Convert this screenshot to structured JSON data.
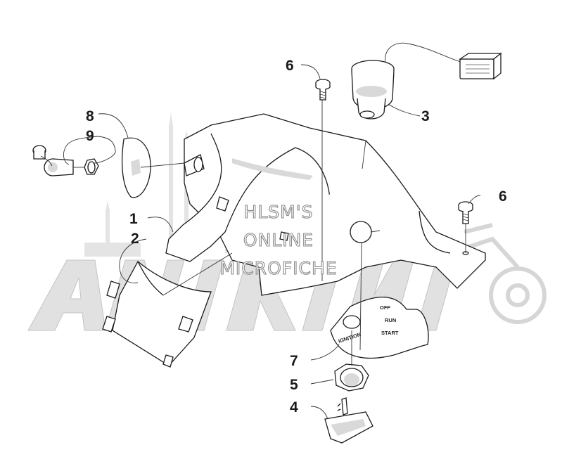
{
  "watermark": {
    "lines": [
      "HLSM'S",
      "ONLINE",
      "MICROFICHE"
    ]
  },
  "ignition_plate": {
    "labels": [
      "OFF",
      "RUN",
      "START",
      "IGNITION"
    ]
  },
  "callouts": [
    {
      "id": "callout-1",
      "number": "1"
    },
    {
      "id": "callout-2",
      "number": "2"
    },
    {
      "id": "callout-3",
      "number": "3"
    },
    {
      "id": "callout-4",
      "number": "4"
    },
    {
      "id": "callout-5",
      "number": "5"
    },
    {
      "id": "callout-6a",
      "number": "6"
    },
    {
      "id": "callout-6b",
      "number": "6"
    },
    {
      "id": "callout-7",
      "number": "7"
    },
    {
      "id": "callout-8",
      "number": "8"
    },
    {
      "id": "callout-9",
      "number": "9"
    }
  ],
  "colors": {
    "line": "#1a1a1a",
    "watermark_fill": "#dcdcdc",
    "part_shade": "#d9d9d9"
  }
}
